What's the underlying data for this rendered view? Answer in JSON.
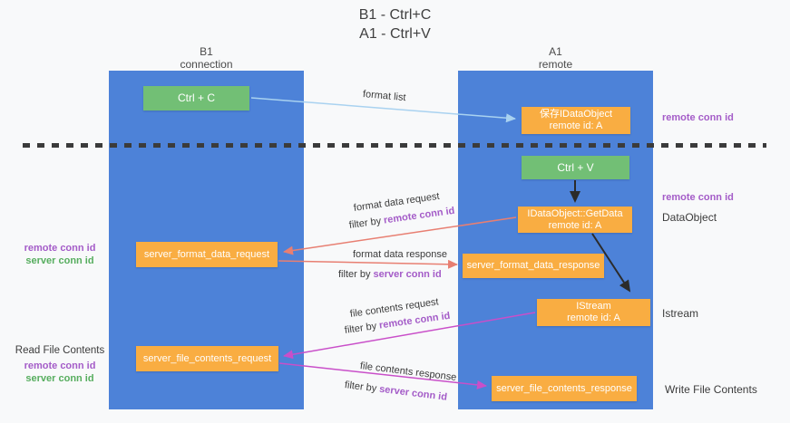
{
  "title": {
    "line1": "B1 - Ctrl+C",
    "line2": "A1 - Ctrl+V"
  },
  "lanes": [
    {
      "name": "B1",
      "role": "connection"
    },
    {
      "name": "A1",
      "role": "remote"
    }
  ],
  "nodes": {
    "ctrl_c": "Ctrl + C",
    "save_idataobject": {
      "line1": "保存IDataObject",
      "line2": "remote id: A"
    },
    "ctrl_v": "Ctrl + V",
    "getdata": {
      "line1": "IDataObject::GetData",
      "line2": "remote id: A"
    },
    "server_format_data_request": "server_format_data_request",
    "server_format_data_response": "server_format_data_response",
    "istream": {
      "line1": "IStream",
      "line2": "remote id: A"
    },
    "server_file_contents_request": "server_file_contents_request",
    "server_file_contents_response": "server_file_contents_response"
  },
  "arrow_labels": {
    "format_list": "format list",
    "format_data_request": "format data request",
    "format_data_response": "format data response",
    "file_contents_request": "file contents request",
    "file_contents_response": "file contents response",
    "filter_by": "filter by ",
    "remote_conn_id": "remote conn id",
    "server_conn_id": "server conn id"
  },
  "side_labels": {
    "remote_conn_id_top": "remote conn id",
    "remote_conn_id_mid": "remote conn id",
    "dataobject": "DataObject",
    "istream": "Istream",
    "write_file_contents": "Write File Contents",
    "read_file_contents": "Read File Contents",
    "left_remote_conn_id_1": "remote conn id",
    "left_server_conn_id_1": "server conn id",
    "left_remote_conn_id_2": "remote conn id",
    "left_server_conn_id_2": "server conn id"
  },
  "colors": {
    "lane_fill": "#4d82d8",
    "node_orange": "#f9ad42",
    "node_green": "#72bf75",
    "arrow_blue": "#a9d2f0",
    "arrow_salmon": "#e87f72",
    "arrow_magenta": "#c94fc9",
    "arrow_black": "#2b2b2b",
    "label_purple": "#a45cc8",
    "label_green": "#56ad5e",
    "text_dark": "#3b3b3b"
  }
}
